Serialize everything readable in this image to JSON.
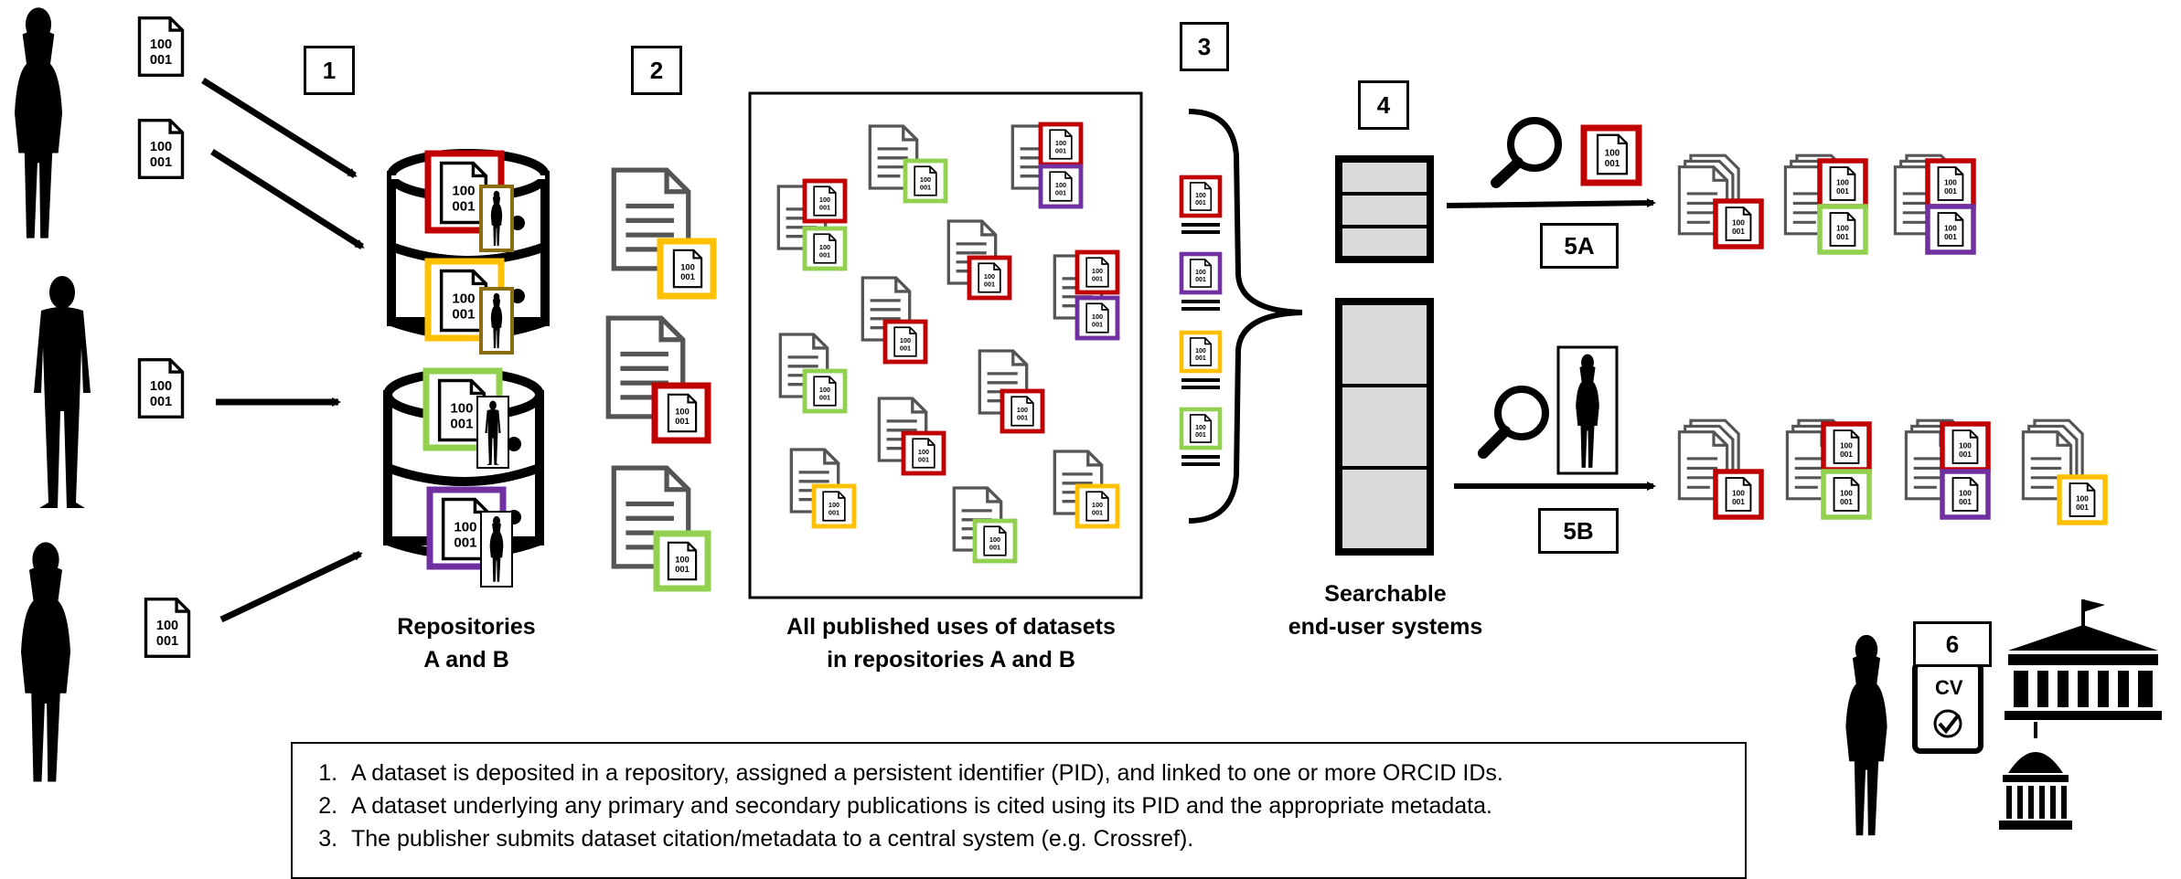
{
  "steps": {
    "s1": "1",
    "s2": "2",
    "s3": "3",
    "s4": "4",
    "s5a": "5A",
    "s5b": "5B",
    "s6": "6"
  },
  "labels": {
    "repositories_line1": "Repositories",
    "repositories_line2": "A and B",
    "published_line1": "All published uses of datasets",
    "published_line2": "in repositories A and B",
    "searchable_line1": "Searchable",
    "searchable_line2": "end-user systems"
  },
  "binary_text": {
    "line1": "100",
    "line2": "001"
  },
  "cv_text": "CV",
  "legend": {
    "items": [
      "A dataset is deposited in a repository, assigned a persistent identifier (PID), and linked to one or more ORCID IDs.",
      "A dataset underlying any primary and secondary publications is cited using its PID and the appropriate metadata.",
      "The publisher submits dataset citation/metadata to a central system (e.g. Crossref)."
    ]
  },
  "colors": {
    "red": "#c00000",
    "yellow": "#ffc000",
    "green": "#92d050",
    "purple": "#7030a0",
    "olive": "#8b6d12",
    "grey_fill": "#d9d9d9",
    "doc_stroke": "#555555"
  },
  "icons": [
    "person-silhouette-icon",
    "binary-file-icon",
    "database-icon",
    "document-icon",
    "magnifier-icon",
    "brace-icon",
    "cv-checkmark-icon",
    "institution-building-icon",
    "capitol-dome-icon"
  ]
}
